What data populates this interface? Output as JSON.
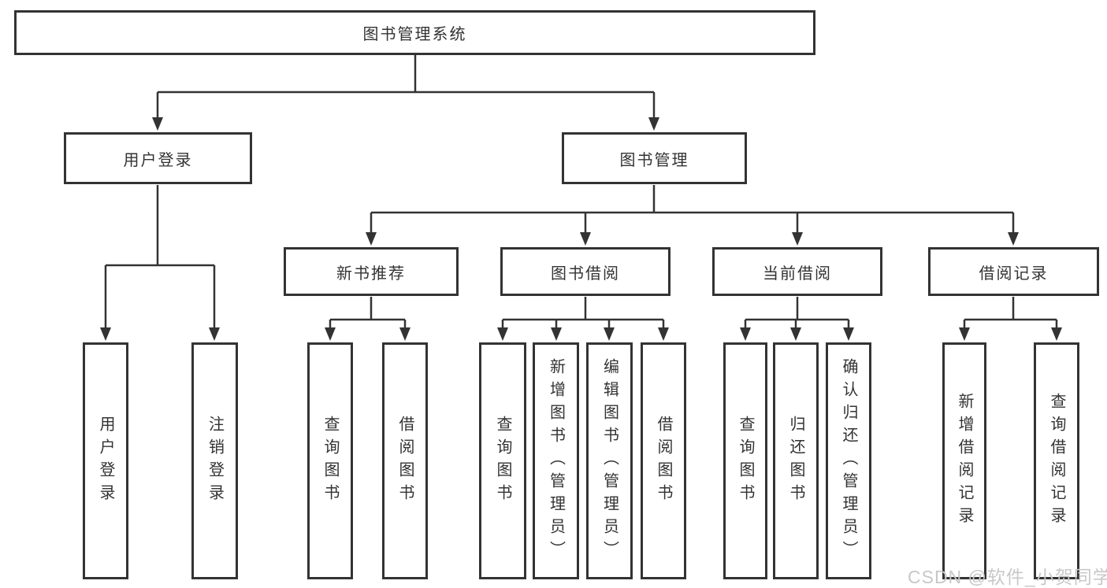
{
  "diagram": {
    "root": {
      "label": "图书管理系统"
    },
    "level2": [
      {
        "label": "用户登录"
      },
      {
        "label": "图书管理"
      }
    ],
    "level3": [
      {
        "label": "新书推荐",
        "parent": "图书管理"
      },
      {
        "label": "图书借阅",
        "parent": "图书管理"
      },
      {
        "label": "当前借阅",
        "parent": "图书管理"
      },
      {
        "label": "借阅记录",
        "parent": "图书管理"
      }
    ],
    "leaves": [
      {
        "label": "用户登录",
        "parent": "用户登录"
      },
      {
        "label": "注销登录",
        "parent": "用户登录"
      },
      {
        "label": "查询图书",
        "parent": "新书推荐"
      },
      {
        "label": "借阅图书",
        "parent": "新书推荐"
      },
      {
        "label": "查询图书",
        "parent": "图书借阅"
      },
      {
        "label": "新增图书（管理员）",
        "parent": "图书借阅"
      },
      {
        "label": "编辑图书（管理员）",
        "parent": "图书借阅"
      },
      {
        "label": "借阅图书",
        "parent": "图书借阅"
      },
      {
        "label": "查询图书",
        "parent": "当前借阅"
      },
      {
        "label": "归还图书",
        "parent": "当前借阅"
      },
      {
        "label": "确认归还（管理员）",
        "parent": "当前借阅"
      },
      {
        "label": "新增借阅记录",
        "parent": "借阅记录"
      },
      {
        "label": "查询借阅记录",
        "parent": "借阅记录"
      }
    ]
  },
  "watermark": {
    "text": "CSDN @软件_小贺同学"
  },
  "colors": {
    "line": "#333333",
    "text": "#333333",
    "box_background": "#ffffff",
    "page_background": "#ffffff",
    "watermark": "#c8c8c8"
  }
}
